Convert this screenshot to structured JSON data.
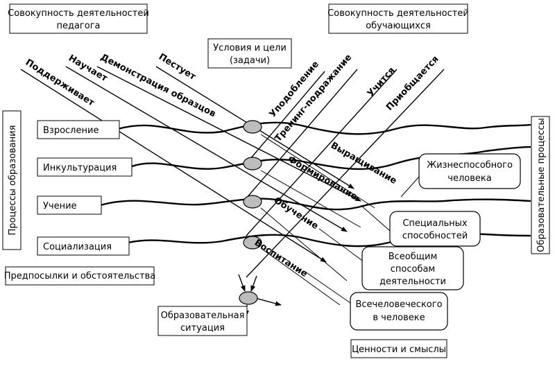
{
  "top": {
    "teacher": [
      "Совокупность деятельностей",
      "педагога"
    ],
    "conditions": [
      "Условия и цели",
      "(задачи)"
    ],
    "students": [
      "Совокупность деятельностей",
      "обучающихся"
    ]
  },
  "left_vertical": "Процессы образования",
  "right_vertical": "Образовательные процессы",
  "processes": [
    "Взросление",
    "Инкультурация",
    "Учение",
    "Социализация"
  ],
  "teacher_actions": [
    "Поддерживает",
    "Научает",
    "Демонстрация образцов",
    "Пестует"
  ],
  "student_actions": [
    "Уподобление",
    "Тренинг-подражание",
    "Учится",
    "Приобщается"
  ],
  "results": [
    "Выращивание",
    "Формирование",
    "Обучение",
    "Воспитание"
  ],
  "outcomes": [
    [
      "Жизнеспособного",
      "человека"
    ],
    [
      "Специальных",
      "способностей"
    ],
    [
      "Всеобщим",
      "способам",
      "деятельности"
    ],
    [
      "Всечеловеческого",
      "в человеке"
    ]
  ],
  "bottom_left": "Предпосылки и обстоятельства",
  "situation": [
    "Образовательная",
    "ситуация"
  ],
  "bottom_right": "Ценности и смыслы"
}
